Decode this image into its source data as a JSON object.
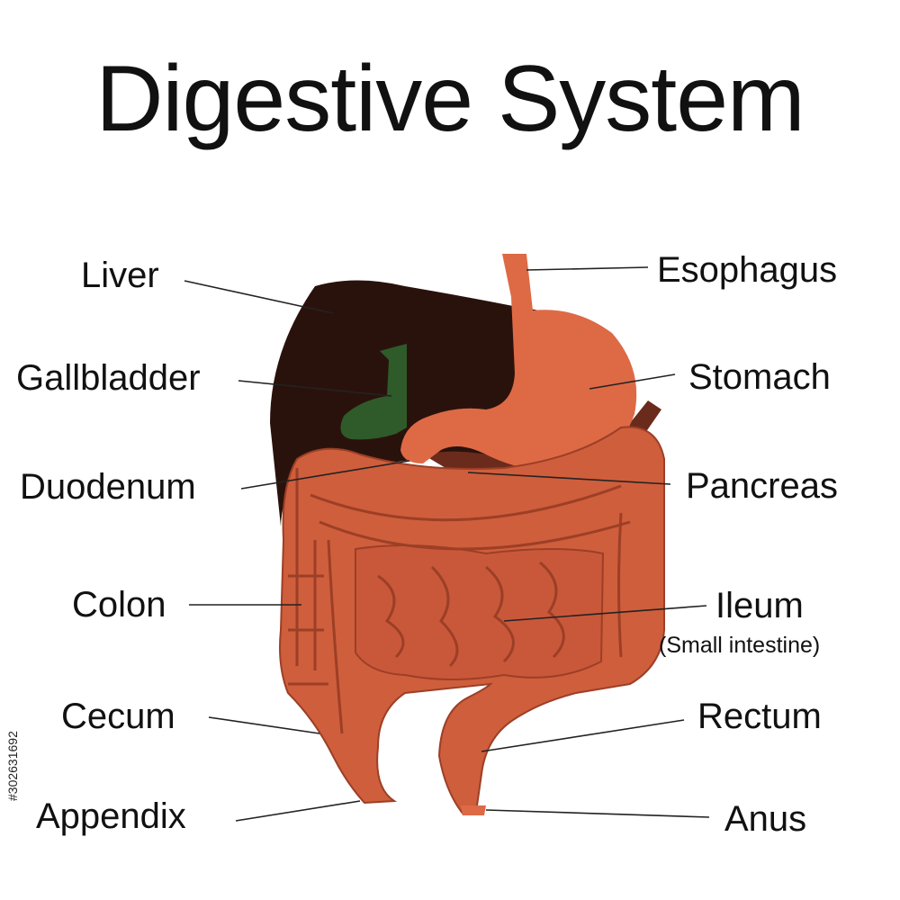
{
  "title": "Digestive System",
  "stock_id": "#302631692",
  "labels": {
    "liver": "Liver",
    "gallbladder": "Gallbladder",
    "duodenum": "Duodenum",
    "colon": "Colon",
    "cecum": "Cecum",
    "appendix": "Appendix",
    "esophagus": "Esophagus",
    "stomach": "Stomach",
    "pancreas": "Pancreas",
    "ileum": "Ileum",
    "ileum_sub": "(Small intestine)",
    "rectum": "Rectum",
    "anus": "Anus"
  },
  "colors": {
    "liver": "#2a120c",
    "gallbladder": "#2f5a2a",
    "stomach": "#dd6a45",
    "intestine": "#cf5e3c",
    "intestine_line": "#9c3f26",
    "leader": "#222222"
  }
}
